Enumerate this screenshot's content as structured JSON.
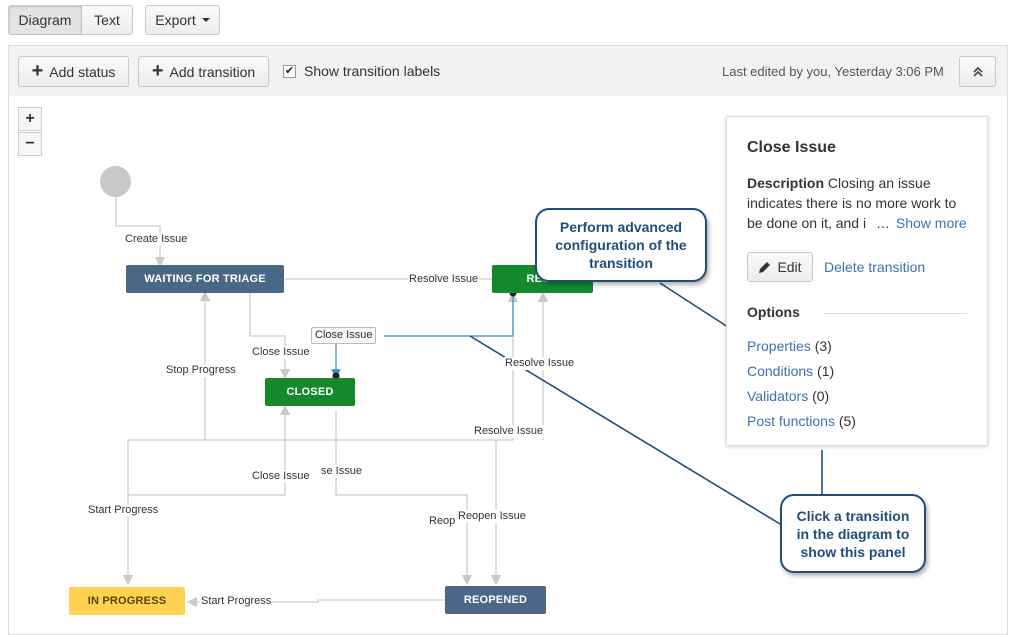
{
  "view_tabs": {
    "diagram": "Diagram",
    "text": "Text",
    "export": "Export"
  },
  "toolbar": {
    "add_status": "Add status",
    "add_transition": "Add transition",
    "show_labels": "Show transition labels",
    "show_labels_checked": true,
    "last_edited": "Last edited by you, Yesterday 3:06 PM"
  },
  "zoom": {
    "in": "+",
    "out": "−"
  },
  "statuses": {
    "waiting": "WAITING FOR TRIAGE",
    "resolved": "RESO",
    "closed": "CLOSED",
    "in_progress": "IN PROGRESS",
    "reopened": "REOPENED"
  },
  "transitions": {
    "create_issue": "Create Issue",
    "resolve_issue_top": "Resolve Issue",
    "close_issue_selected": "Close Issue",
    "close_issue_left": "Close Issue",
    "stop_progress": "Stop Progress",
    "resolve_issue_mid": "Resolve Issue",
    "resolve_issue_low": "Resolve Issue",
    "close_issue_low": "Close Issue",
    "se_issue": "se Issue",
    "start_progress_left": "Start Progress",
    "reop": "Reop",
    "reopen_issue": "Reopen Issue",
    "start_progress_bottom": "Start Progress"
  },
  "panel": {
    "title": "Close Issue",
    "desc_label": "Description",
    "desc_text": "Closing an issue indicates there is no more work to be done on it, and i",
    "ellipsis": "…",
    "show_more": "Show more",
    "edit": "Edit",
    "delete": "Delete transition",
    "options_heading": "Options",
    "options": [
      {
        "label": "Properties",
        "count": "(3)"
      },
      {
        "label": "Conditions",
        "count": "(1)"
      },
      {
        "label": "Validators",
        "count": "(0)"
      },
      {
        "label": "Post functions",
        "count": "(5)"
      }
    ]
  },
  "callouts": {
    "advanced": "Perform advanced configuration of the transition",
    "click": "Click a transition in the diagram to show this panel"
  },
  "colors": {
    "status_blue": "#4a6785",
    "status_green": "#14892c",
    "status_yellow": "#ffd351",
    "link": "#3b73af",
    "callout": "#1f4e79"
  }
}
